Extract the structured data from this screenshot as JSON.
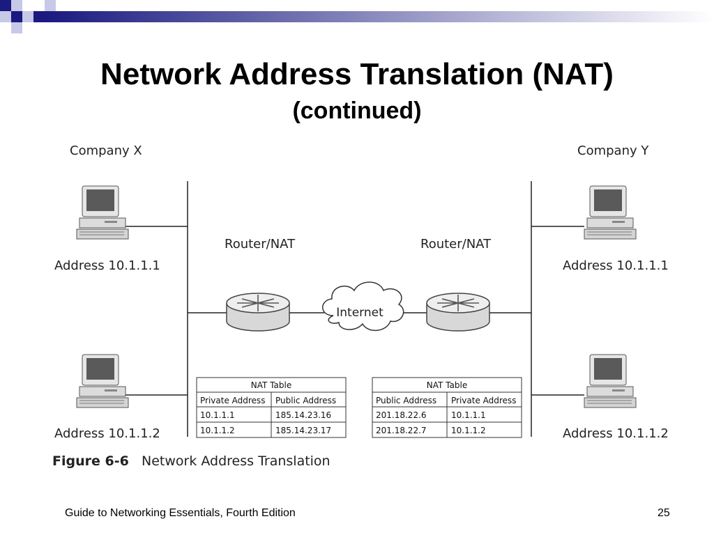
{
  "slide": {
    "title": "Network Address Translation (NAT)",
    "subtitle": "(continued)",
    "footer": "Guide to Networking Essentials, Fourth Edition",
    "page_number": "25",
    "accent_color": "#1a1a80"
  },
  "figure": {
    "company_x": "Company X",
    "company_y": "Company Y",
    "router_left": "Router/NAT",
    "router_right": "Router/NAT",
    "cloud": "Internet",
    "hosts": {
      "x1": "Address 10.1.1.1",
      "x2": "Address 10.1.1.2",
      "y1": "Address 10.1.1.1",
      "y2": "Address 10.1.1.2"
    },
    "table_left": {
      "title": "NAT Table",
      "headers": [
        "Private Address",
        "Public Address"
      ],
      "rows": [
        [
          "10.1.1.1",
          "185.14.23.16"
        ],
        [
          "10.1.1.2",
          "185.14.23.17"
        ]
      ]
    },
    "table_right": {
      "title": "NAT Table",
      "headers": [
        "Public Address",
        "Private Address"
      ],
      "rows": [
        [
          "201.18.22.6",
          "10.1.1.1"
        ],
        [
          "201.18.22.7",
          "10.1.1.2"
        ]
      ]
    },
    "caption_label": "Figure 6-6",
    "caption_text": "Network Address Translation"
  }
}
